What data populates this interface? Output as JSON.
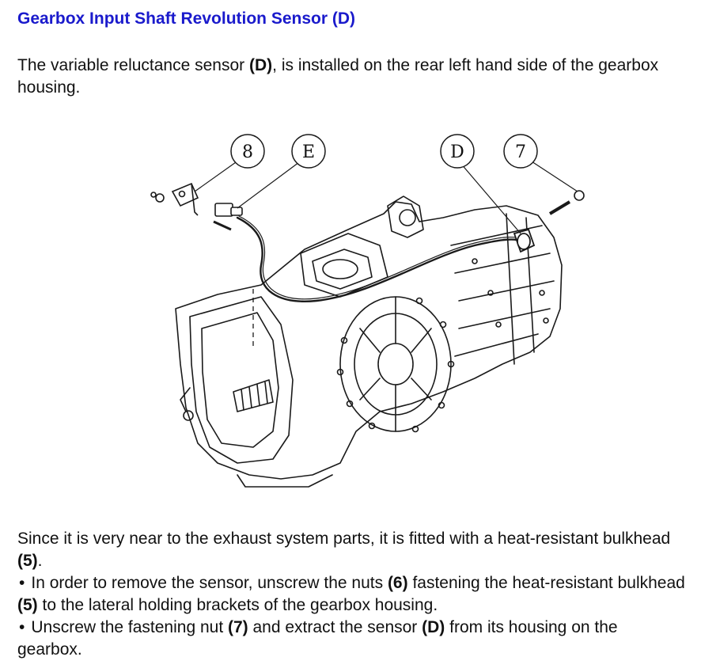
{
  "doc": {
    "title": "Gearbox Input Shaft Revolution Sensor (D)",
    "intro": {
      "t1": "The variable reluctance sensor ",
      "b1": "(D)",
      "t2": ", is installed on the rear left hand side of the gearbox housing."
    },
    "body": {
      "s1": "Since it is very near to the exhaust system parts, it is fitted with a heat-resistant bulkhead ",
      "s1b": "(5)",
      "s1e": ".",
      "bullet_char": "•",
      "b1_t1": "In order to remove the sensor, unscrew the nuts ",
      "b1_b1": "(6)",
      "b1_t2": " fastening the heat-resistant bulkhead ",
      "b1_b2": "(5)",
      "b1_t3": " to the lateral holding brackets of the gearbox housing.",
      "b2_t1": "Unscrew the fastening nut ",
      "b2_b1": "(7)",
      "b2_t2": " and extract the sensor ",
      "b2_b2": "(D)",
      "b2_t3": " from its housing on the gearbox."
    }
  },
  "figure": {
    "callouts": [
      "8",
      "E",
      "D",
      "7"
    ]
  }
}
